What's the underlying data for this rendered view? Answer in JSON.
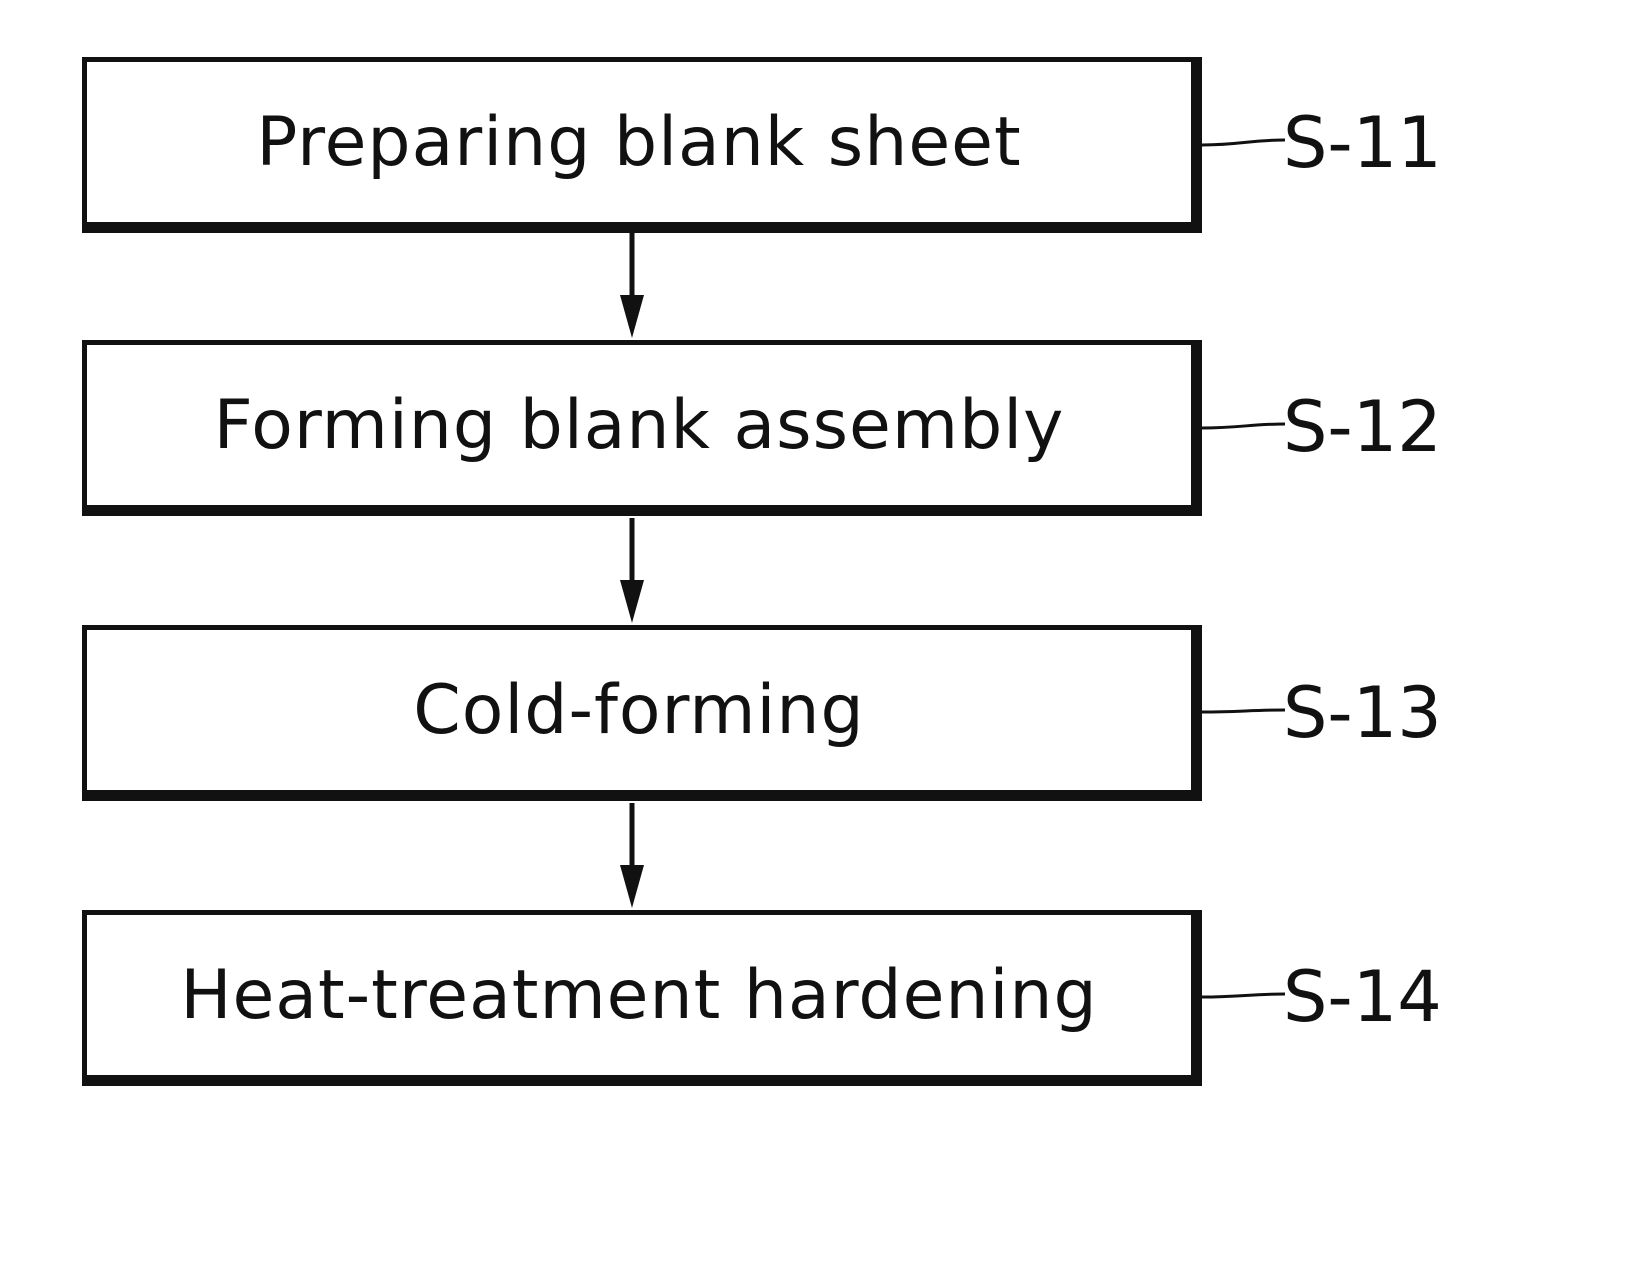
{
  "flowchart": {
    "steps": [
      {
        "label": "Preparing blank sheet",
        "code": "S-11"
      },
      {
        "label": "Forming blank assembly",
        "code": "S-12"
      },
      {
        "label": "Cold-forming",
        "code": "S-13"
      },
      {
        "label": "Heat-treatment hardening",
        "code": "S-14"
      }
    ]
  }
}
